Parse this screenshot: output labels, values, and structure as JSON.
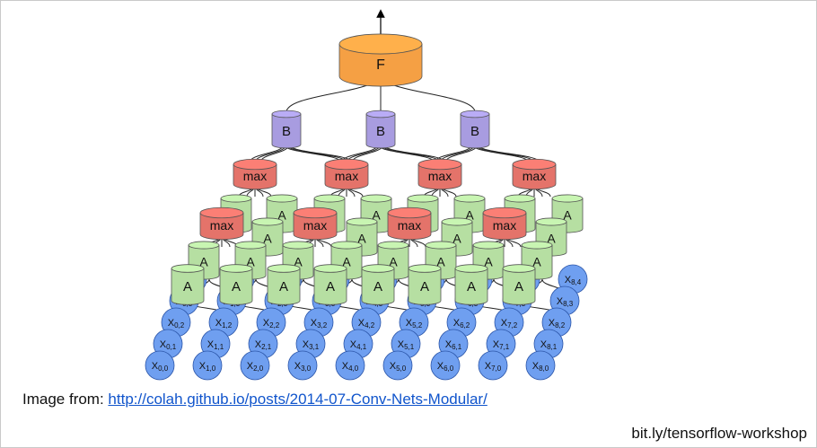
{
  "diagram": {
    "output_node": "F",
    "b_nodes": [
      "B",
      "B",
      "B"
    ],
    "max_upper": [
      "max",
      "max",
      "max",
      "max"
    ],
    "max_lower": [
      "max",
      "max",
      "max",
      "max"
    ],
    "a_node_label": "A",
    "input_prefix": "X",
    "input_grid": {
      "rows": 5,
      "cols": 9
    }
  },
  "colors": {
    "output_node": "#f5a044",
    "b_node": "#a89ce0",
    "max_node": "#e4736a",
    "a_node": "#b6dfa2",
    "input_node": "#6f9ff0",
    "link": "#1155cc"
  },
  "caption": {
    "prefix": "Image from: ",
    "link_text": "http://colah.github.io/posts/2014-07-Conv-Nets-Modular/"
  },
  "footer": {
    "text": "bit.ly/tensorflow-workshop"
  }
}
